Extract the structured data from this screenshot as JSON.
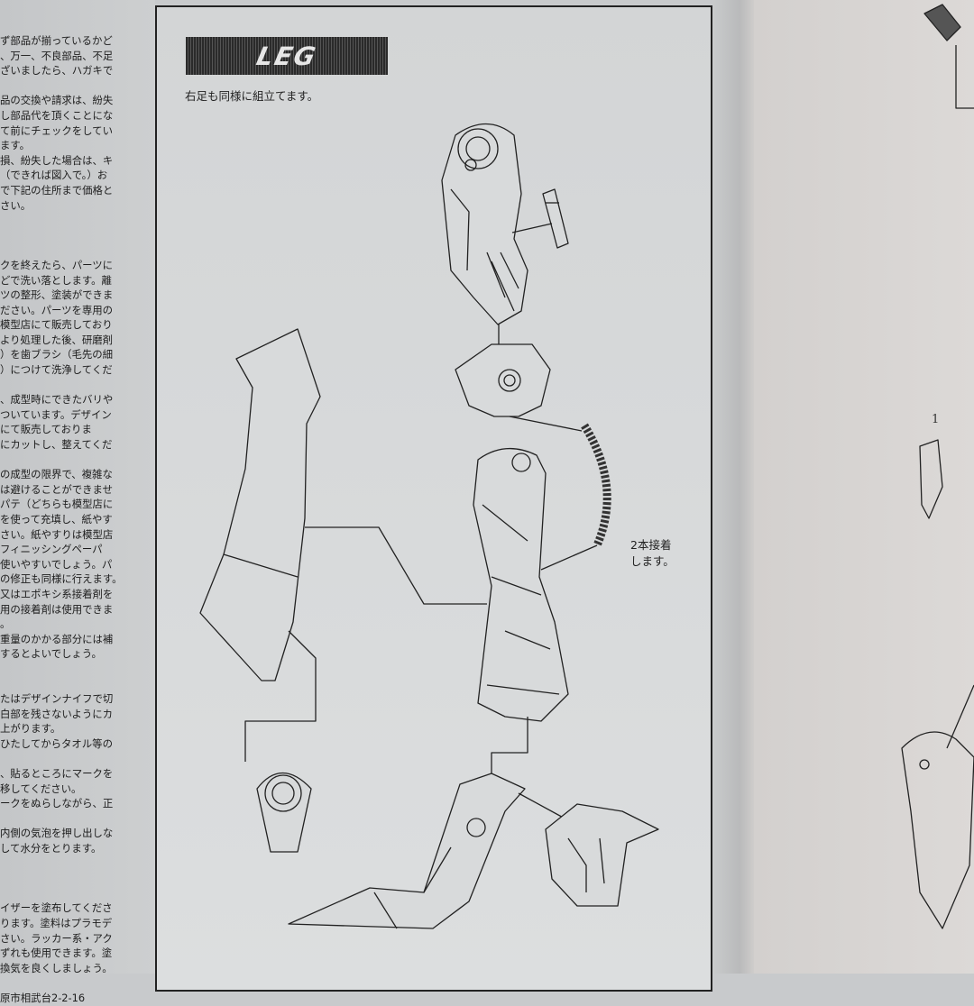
{
  "left_column": {
    "lines": [
      "ず部品が揃っているかど",
      "、万一、不良部品、不足",
      "ざいましたら、ハガキで",
      "",
      "品の交換や請求は、紛失",
      "し部品代を頂くことにな",
      "て前にチェックをしてい",
      "ます。",
      "損、紛失した場合は、キ",
      "（できれば図入で。）お",
      "で下記の住所まで価格と",
      "さい。",
      "",
      "",
      "",
      "クを終えたら、パーツに",
      "どで洗い落とします。離",
      "ツの整形、塗装ができま",
      "ださい。パーツを専用の",
      "模型店にて販売しており",
      "より処理した後、研磨剤",
      "）を歯ブラシ（毛先の細",
      "）につけて洗浄してくだ",
      "",
      "、成型時にできたバリや",
      "ついています。デザイン",
      "にて販売しておりま",
      "にカットし、整えてくだ",
      "",
      "の成型の限界で、複雑な",
      "は避けることができませ",
      "パテ（どちらも模型店に",
      "を使って充填し、紙やす",
      "さい。紙やすりは模型店",
      "フィニッシングペーパ",
      "使いやすいでしょう。パ",
      "の修正も同様に行えます。",
      "又はエポキシ系接着剤を",
      "用の接着剤は使用できま",
      "。",
      "重量のかかる部分には補",
      "するとよいでしょう。",
      "",
      "",
      "たはデザインナイフで切",
      "白部を残さないようにカ",
      "上がります。",
      "ひたしてからタオル等の",
      "",
      "、貼るところにマークを",
      "移してください。",
      "ークをぬらしながら、正",
      "",
      "内側の気泡を押し出しな",
      "して水分をとります。",
      "",
      "",
      "",
      "イザーを塗布してくださ",
      "ります。塗料はプラモデ",
      "さい。ラッカー系・アク",
      "ずれも使用できます。塗",
      "換気を良くしましょう。",
      "",
      "原市相武台2-2-16"
    ]
  },
  "panel": {
    "title": "LEG",
    "subtitle": "右足も同様に組立てます。",
    "note_line1": "2本接着",
    "note_line2": "します。"
  },
  "right_page": {
    "step_number": "1"
  }
}
